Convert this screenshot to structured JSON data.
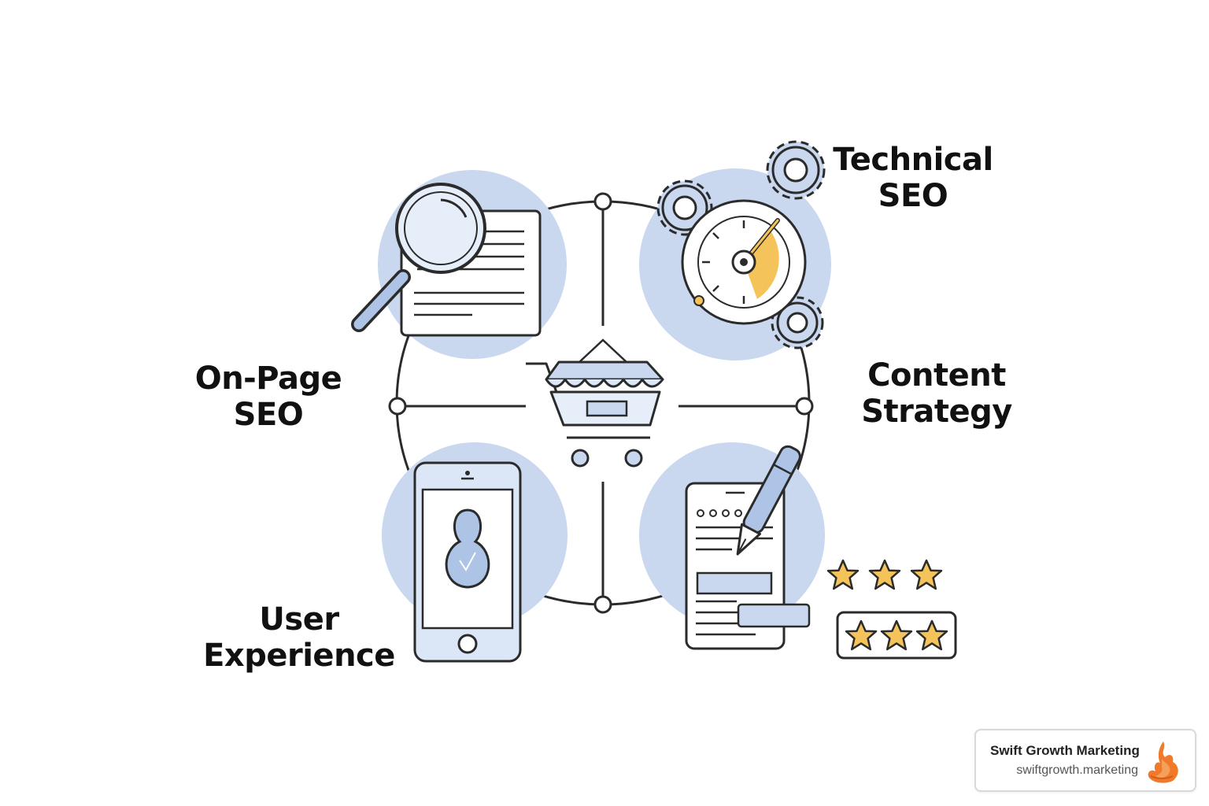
{
  "labels": {
    "on_page": [
      "On-Page",
      "SEO"
    ],
    "technical": [
      "Technical",
      "SEO"
    ],
    "content": [
      "Content",
      "Strategy"
    ],
    "ux": [
      "User",
      "Experience"
    ]
  },
  "brand": {
    "name": "Swift Growth Marketing",
    "url": "swiftgrowth.marketing",
    "logo_icon": "fox-flame-icon"
  },
  "colors": {
    "circle_fill": "#c9d8ef",
    "icon_fill": "#dbe6f7",
    "stroke": "#2b2b2b",
    "accent_yellow": "#f4c35a",
    "brand_orange": "#f07a2a"
  },
  "ratings": {
    "top_row_stars": 3,
    "boxed_row_stars": 3
  }
}
